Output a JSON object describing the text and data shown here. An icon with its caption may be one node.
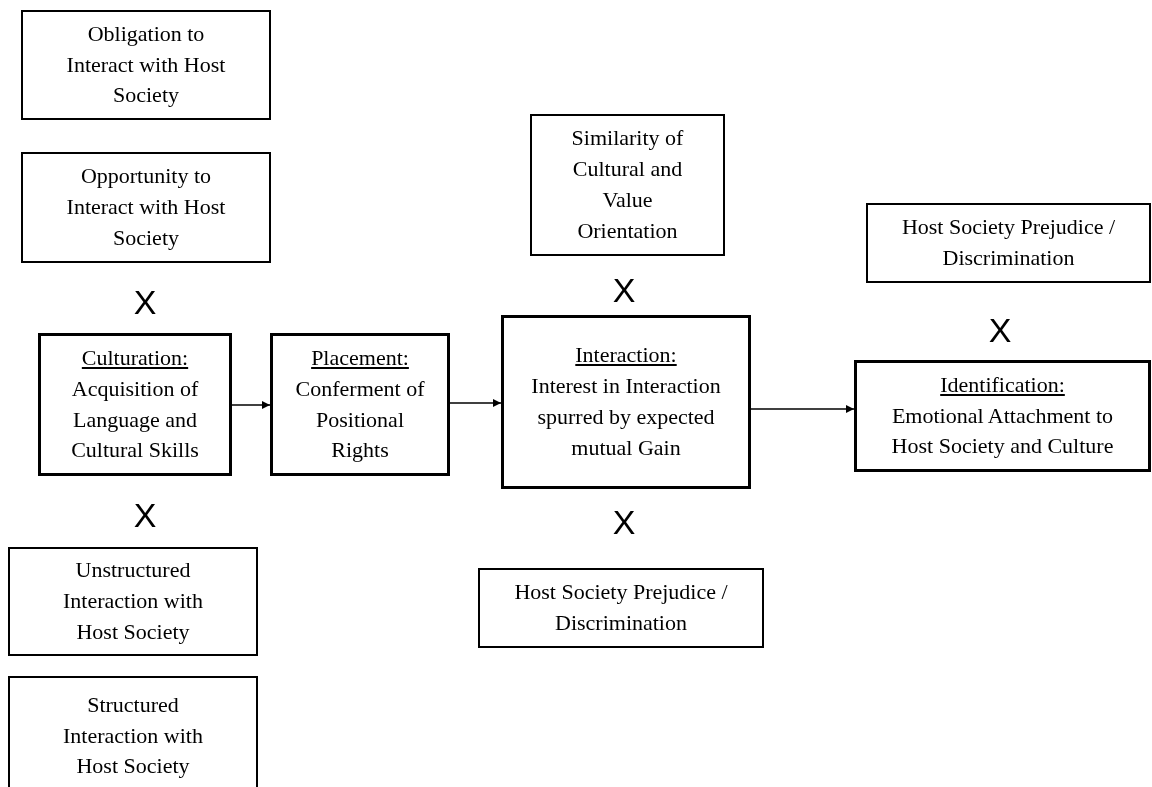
{
  "diagram": {
    "nodes": [
      {
        "text": [
          "Obligation to Interact with Host Society"
        ]
      },
      {
        "text": [
          "Opportunity to Interact with Host Society"
        ]
      },
      {
        "text": [
          "Culturation:",
          "Acquisition of Language and Cultural Skills"
        ]
      },
      {
        "text": [
          "Placement:",
          "Conferment of Positional Rights"
        ]
      },
      {
        "text": [
          "Interaction:",
          "Interest in Interaction spurred by expected mutual Gain"
        ]
      },
      {
        "text": [
          "Similarity of Cultural and Value Orientation"
        ]
      },
      {
        "text": [
          "Host Society Prejudice / Discrimination"
        ]
      },
      {
        "text": [
          "Host Society Prejudice / Discrimination"
        ]
      },
      {
        "text": [
          "Identification:",
          "Emotional Attachment to Host Society and Culture"
        ]
      },
      {
        "text": [
          "Unstructured Interaction with Host Society"
        ]
      },
      {
        "text": [
          "Structured Interaction with Host Society"
        ]
      }
    ],
    "edges": [
      {
        "from": 2,
        "to": 3,
        "arrow": "to"
      },
      {
        "from": 3,
        "to": 4,
        "arrow": "to"
      },
      {
        "from": 4,
        "to": 8,
        "arrow": "to"
      }
    ],
    "labels": [
      "X",
      "X",
      "X",
      "X",
      "X"
    ]
  }
}
